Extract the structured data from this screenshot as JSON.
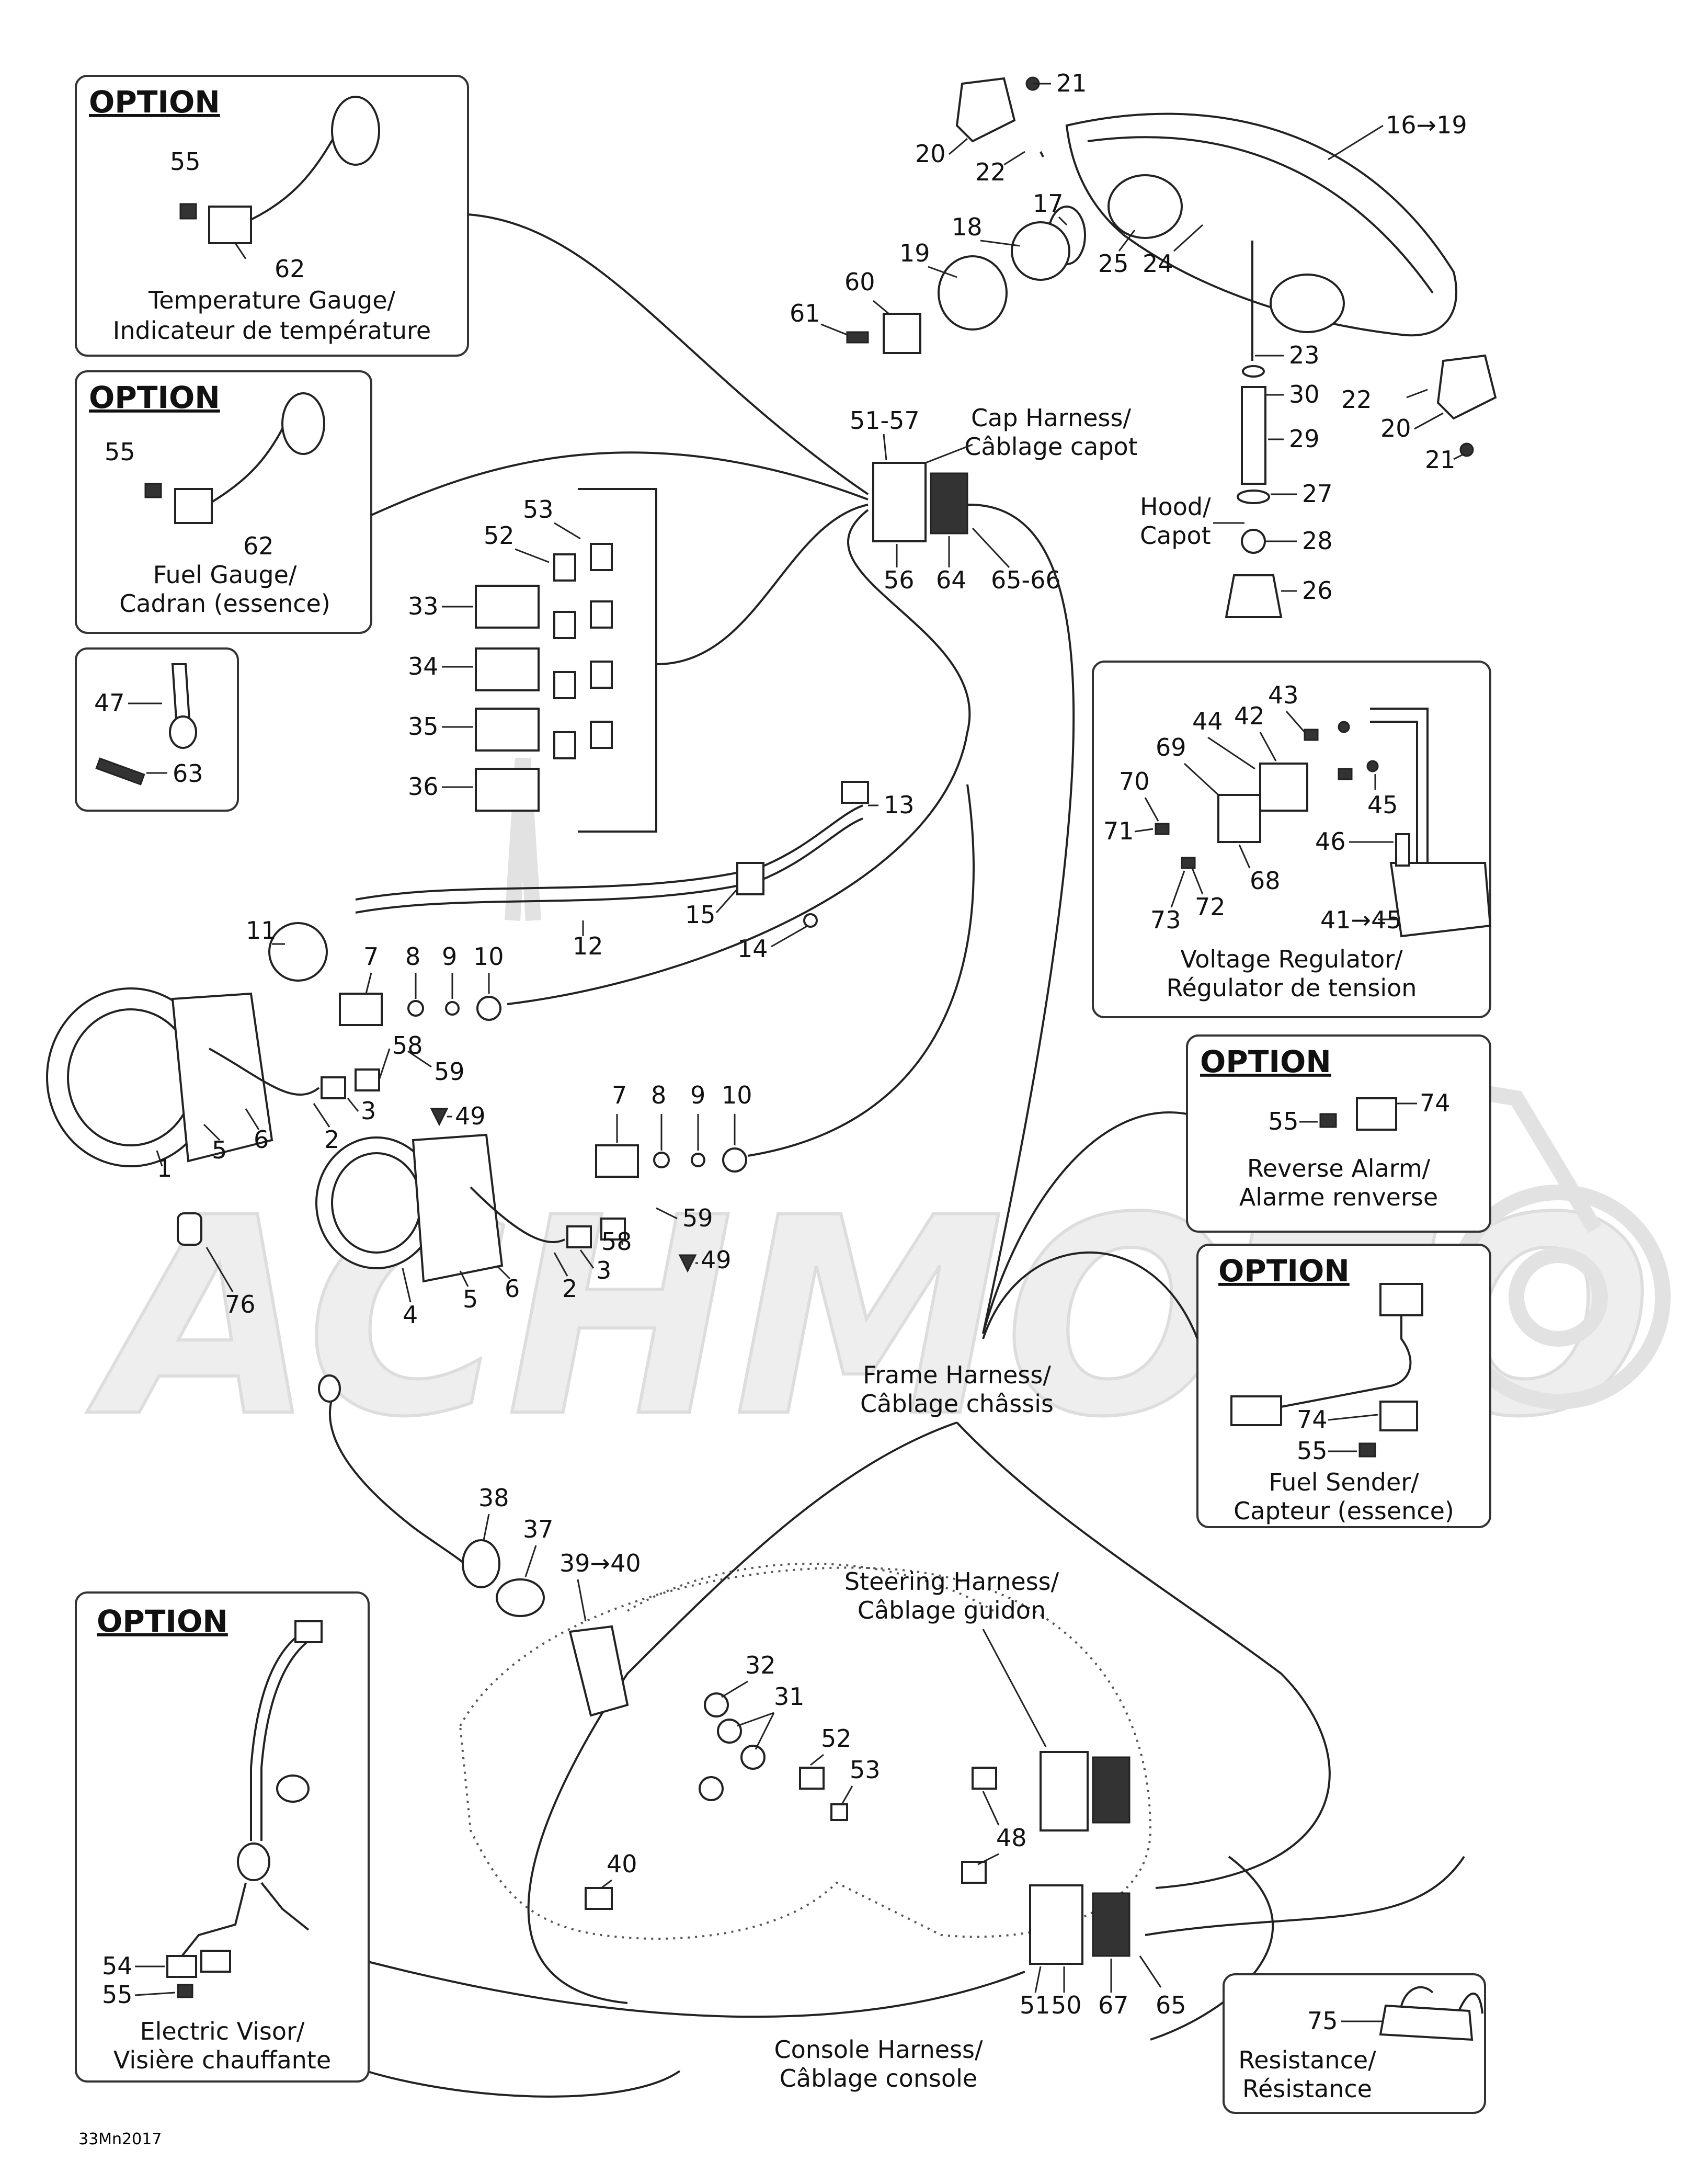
{
  "drawing_code": "33Mn2017",
  "watermark": "ACHMOTO",
  "option_title": "OPTION",
  "option_boxes": {
    "temperature": {
      "parts": [
        "55",
        "62"
      ],
      "caption": [
        "Temperature Gauge/",
        "Indicateur de température"
      ]
    },
    "fuel_gauge": {
      "parts": [
        "55",
        "62"
      ],
      "caption": [
        "Fuel Gauge/",
        "Cadran (essence)"
      ]
    },
    "ties": {
      "parts": [
        "47",
        "63"
      ]
    },
    "reverse_alarm": {
      "parts": [
        "55",
        "74"
      ],
      "caption": [
        "Reverse Alarm/",
        "Alarme renverse"
      ]
    },
    "fuel_sender": {
      "parts": [
        "74",
        "55"
      ],
      "caption": [
        "Fuel Sender/",
        "Capteur (essence)"
      ]
    },
    "electric_visor": {
      "parts": [
        "54",
        "55"
      ],
      "caption": [
        "Electric Visor/",
        "Visière chauffante"
      ]
    }
  },
  "voltage_regulator": {
    "parts": [
      "43",
      "44",
      "42",
      "69",
      "70",
      "45",
      "71",
      "46",
      "68",
      "73",
      "72",
      "41→45"
    ],
    "caption": [
      "Voltage Regulator/",
      "Régulator de tension"
    ]
  },
  "resistance": {
    "parts": [
      "75"
    ],
    "caption": [
      "Resistance/",
      "Résistance"
    ]
  },
  "headlight_parts": [
    "21",
    "20",
    "22",
    "16→19",
    "17",
    "18",
    "19",
    "25",
    "24",
    "60",
    "61",
    "23",
    "30",
    "22",
    "20",
    "29",
    "21",
    "27",
    "28",
    "26"
  ],
  "hood_label": [
    "Hood/",
    "Capot"
  ],
  "cap_harness": {
    "parts": [
      "51-57",
      "56",
      "64",
      "65-66"
    ],
    "caption": [
      "Cap Harness/",
      "Câblage capot"
    ]
  },
  "relay_parts": [
    "53",
    "52",
    "33",
    "34",
    "35",
    "36"
  ],
  "gauge_parts": [
    "13",
    "11",
    "7",
    "8",
    "9",
    "10",
    "12",
    "15",
    "14",
    "59",
    "58",
    "3",
    "49",
    "2",
    "1",
    "5",
    "6",
    "7",
    "8",
    "9",
    "10",
    "59",
    "58",
    "3",
    "49",
    "2",
    "4",
    "5",
    "6",
    "76"
  ],
  "frame_harness": [
    "Frame Harness/",
    "Câblage châssis"
  ],
  "steering_harness": [
    "Steering Harness/",
    "Câblage guidon"
  ],
  "console_parts": [
    "38",
    "37",
    "39→40",
    "32",
    "31",
    "52",
    "53",
    "40",
    "48",
    "51",
    "50",
    "67",
    "65"
  ],
  "console_harness": [
    "Console Harness/",
    "Câblage console"
  ]
}
